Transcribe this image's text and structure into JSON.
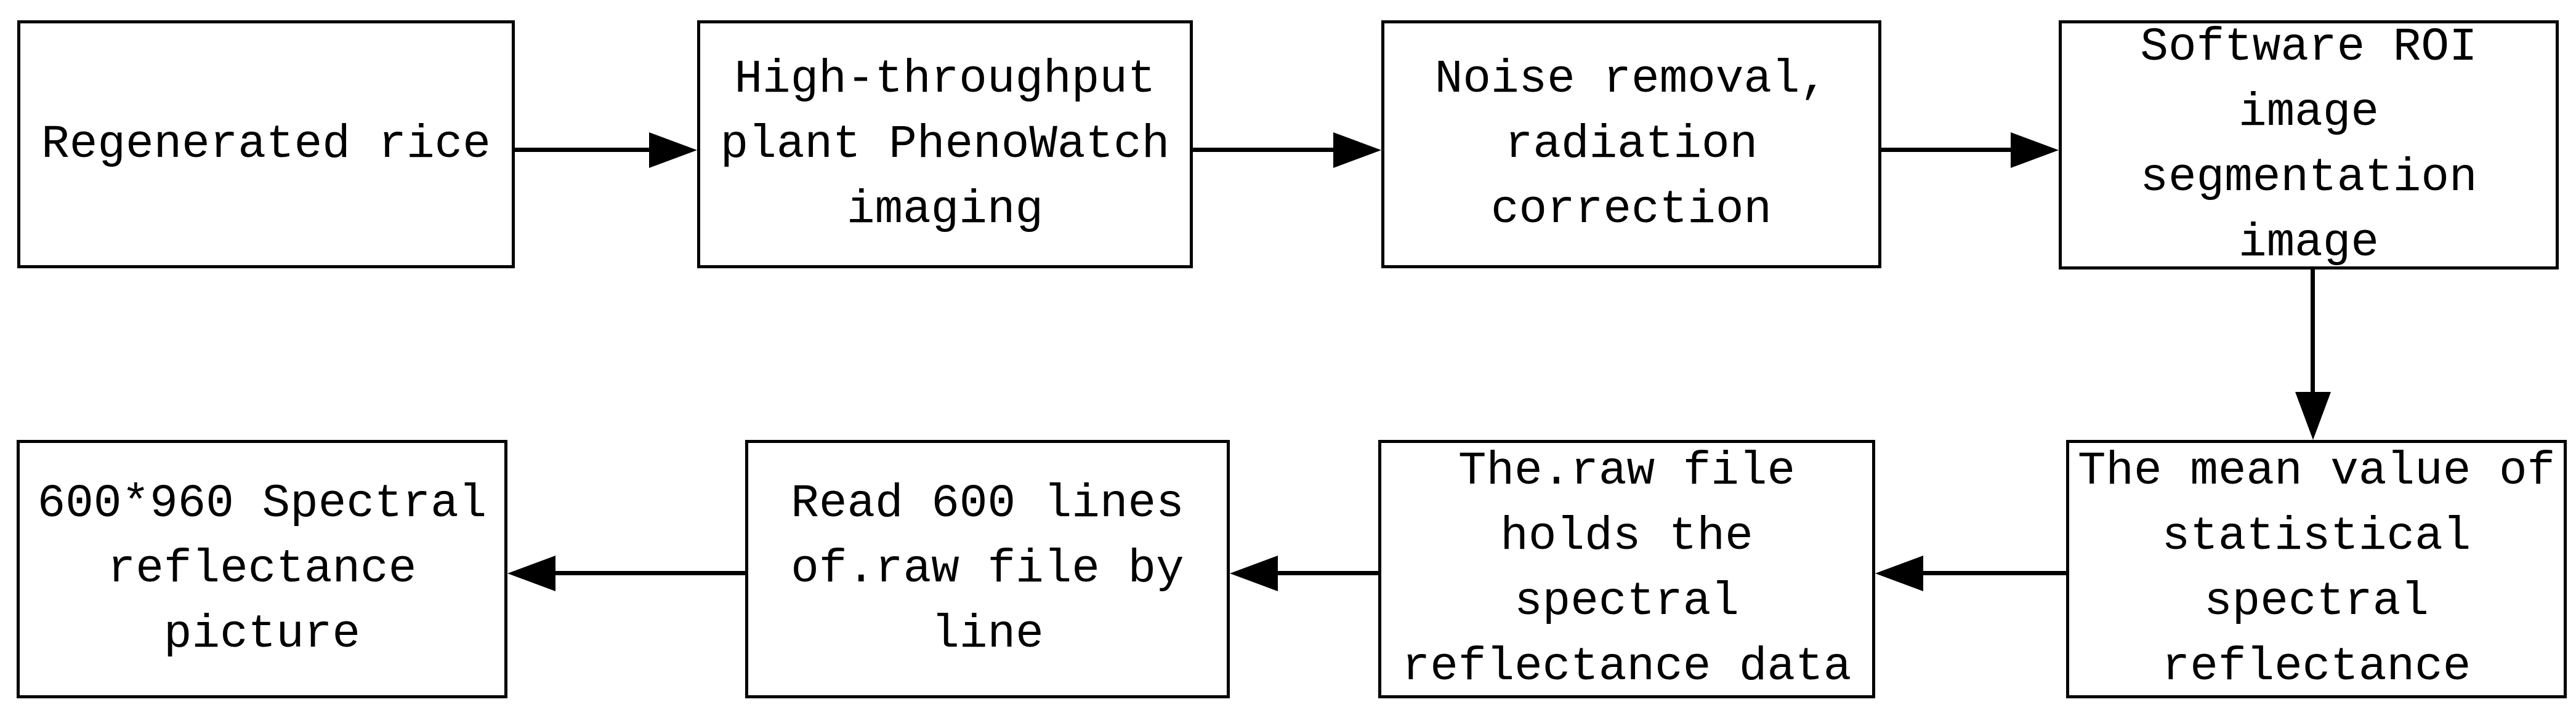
{
  "colors": {
    "stroke": "#000000",
    "background": "#ffffff"
  },
  "boxes": [
    {
      "id": "regenerated-rice",
      "label": "Regenerated rice"
    },
    {
      "id": "phenowatch-imaging",
      "label": "High-throughput\nplant PhenoWatch\nimaging"
    },
    {
      "id": "noise-removal",
      "label": "Noise removal,\nradiation\ncorrection"
    },
    {
      "id": "roi-segmentation",
      "label": "Software ROI\nimage\nsegmentation\nimage"
    },
    {
      "id": "mean-reflectance",
      "label": "The mean value of\nstatistical\nspectral\nreflectance"
    },
    {
      "id": "raw-file-data",
      "label": "The.raw file\nholds the\nspectral\nreflectance data"
    },
    {
      "id": "read-lines",
      "label": "Read 600 lines\nof.raw file by\nline"
    },
    {
      "id": "reflectance-picture",
      "label": "600*960 Spectral\nreflectance\npicture"
    }
  ],
  "connections": [
    {
      "from": "regenerated-rice",
      "to": "phenowatch-imaging",
      "direction": "right"
    },
    {
      "from": "phenowatch-imaging",
      "to": "noise-removal",
      "direction": "right"
    },
    {
      "from": "noise-removal",
      "to": "roi-segmentation",
      "direction": "right"
    },
    {
      "from": "roi-segmentation",
      "to": "mean-reflectance",
      "direction": "down"
    },
    {
      "from": "mean-reflectance",
      "to": "raw-file-data",
      "direction": "left"
    },
    {
      "from": "raw-file-data",
      "to": "read-lines",
      "direction": "left"
    },
    {
      "from": "read-lines",
      "to": "reflectance-picture",
      "direction": "left"
    }
  ]
}
